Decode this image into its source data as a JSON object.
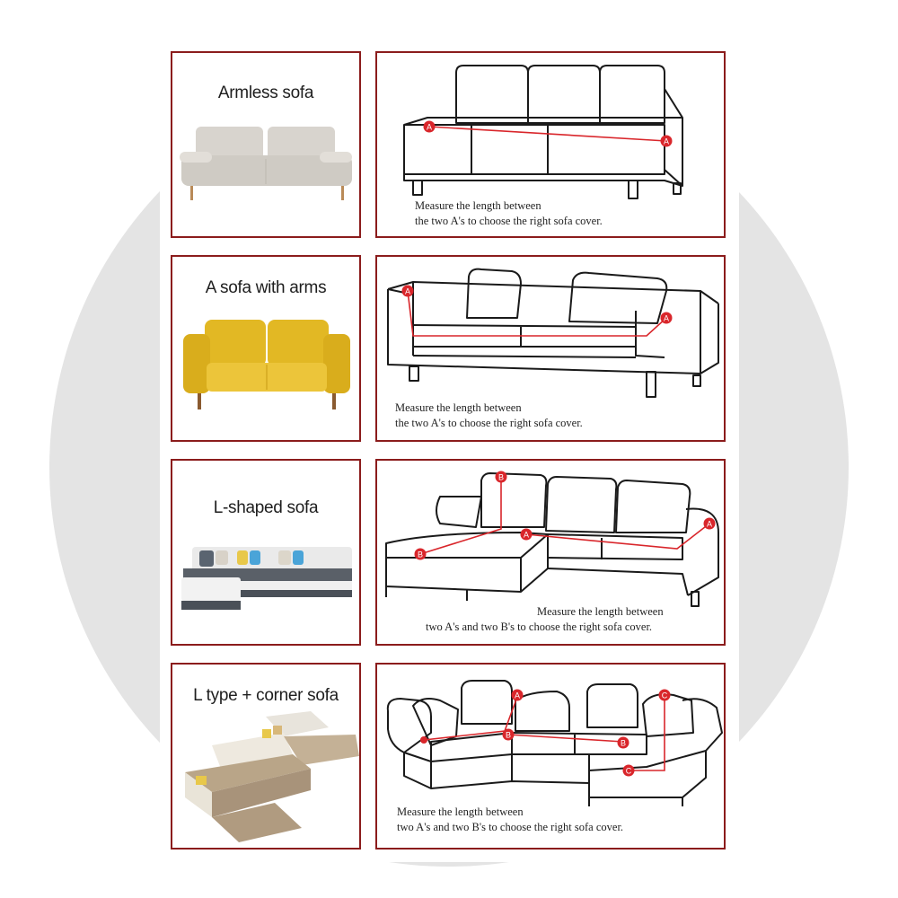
{
  "colors": {
    "frame": "#8b1c1c",
    "marker": "#d9262b",
    "line": "#1a1a1a",
    "background_circle": "#e4e4e4"
  },
  "rows": [
    {
      "label": "Armless sofa",
      "caption_line1": "Measure the length between",
      "caption_line2": "the two A's  to choose the right sofa cover.",
      "markers": [
        "A",
        "A"
      ],
      "thumb_color": "#dcd9d3"
    },
    {
      "label": "A sofa with arms",
      "caption_line1": "Measure the length between",
      "caption_line2": "the two A's  to choose the right sofa cover.",
      "markers": [
        "A",
        "A"
      ],
      "thumb_color": "#e6c12e"
    },
    {
      "label": "L-shaped sofa",
      "caption_line1": "Measure the length between",
      "caption_line2": "two A's and two B's to choose the right sofa cover.",
      "markers": [
        "B",
        "A",
        "A",
        "B"
      ],
      "thumb_color": "#e8e8e8"
    },
    {
      "label": "L type + corner sofa",
      "caption_line1": "Measure the length between",
      "caption_line2": "two A's and two B's to choose the right sofa cover.",
      "markers": [
        "A",
        "B",
        "B",
        "C",
        "C"
      ],
      "thumb_color": "#c9b79a"
    }
  ]
}
